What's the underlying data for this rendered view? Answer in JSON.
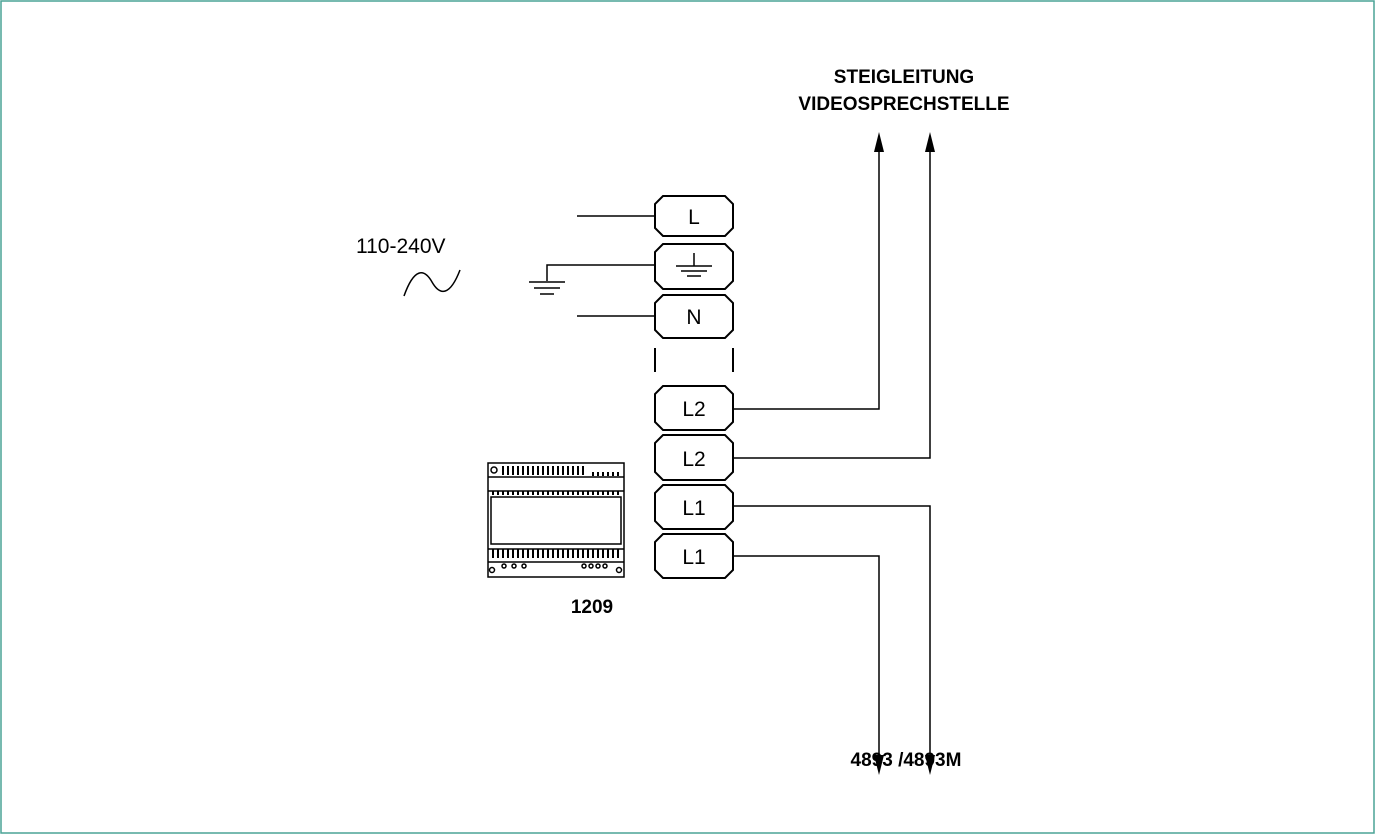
{
  "diagram": {
    "top_label_line1": "STEIGLEITUNG",
    "top_label_line2": "VIDEOSPRECHSTELLE",
    "voltage_label": "110-240V",
    "device_label": "1209",
    "bottom_label": "4893 /4893M",
    "terminals": {
      "t1": "L",
      "t3": "N",
      "t4": "L2",
      "t5": "L2",
      "t6": "L1",
      "t7": "L1"
    },
    "colors": {
      "frame_border": "#4aa396",
      "line": "#000000"
    }
  }
}
